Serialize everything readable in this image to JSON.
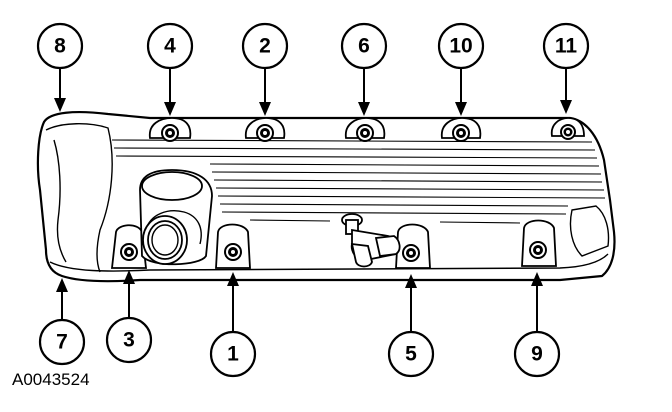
{
  "figure_id": "A0043524",
  "callouts": [
    {
      "label": "8"
    },
    {
      "label": "4"
    },
    {
      "label": "2"
    },
    {
      "label": "6"
    },
    {
      "label": "10"
    },
    {
      "label": "11"
    },
    {
      "label": "7"
    },
    {
      "label": "3"
    },
    {
      "label": "1"
    },
    {
      "label": "5"
    },
    {
      "label": "9"
    }
  ],
  "colors": {
    "line": "#000000",
    "background": "#ffffff"
  }
}
